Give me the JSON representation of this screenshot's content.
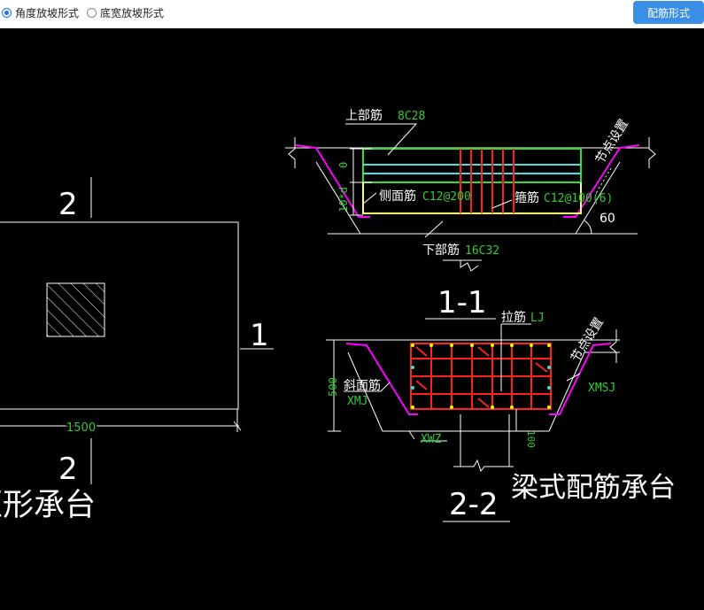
{
  "toolbar": {
    "radio_angle_label": "角度放坡形式",
    "radio_width_label": "底宽放坡形式",
    "button_label": "配筋形式"
  },
  "left_plan": {
    "section_mark_top": "2",
    "section_mark_bottom": "2",
    "section_mark_right": "1",
    "dimension": "1500",
    "title": "矩形承台"
  },
  "section_1_1": {
    "top_bar_label": "上部筋",
    "top_bar_value": "8C28",
    "side_bar_label": "侧面筋",
    "side_bar_value": "C12@200",
    "stirrup_label": "箍筋",
    "stirrup_value": "C12@100(6)",
    "bottom_bar_label": "下部筋",
    "bottom_bar_value": "16C32",
    "node_setting": "节点设置",
    "angle": "60",
    "dim_left_top": "0",
    "dim_left_bottom": "10*d",
    "title": "1-1"
  },
  "section_2_2": {
    "tie_bar_label": "拉筋",
    "tie_bar_value": "LJ",
    "slope_bar_label": "斜面筋",
    "slope_bar_value": "XMJ",
    "xmsj": "XMSJ",
    "xwz": "XWZ",
    "dim_height": "500",
    "dim_small": "100",
    "node_setting": "节点设置",
    "title": "2-2"
  },
  "beam_title": "梁式配筋承台",
  "colors": {
    "background": "#000000",
    "white_line": "#ffffff",
    "green_text": "#33cc33",
    "rebar_red": "#ff2020",
    "slope_magenta": "#ff00ff",
    "side_cyan": "#40e0e0",
    "bar_yellow": "#ffff66",
    "button_blue": "#3a8ee6"
  }
}
